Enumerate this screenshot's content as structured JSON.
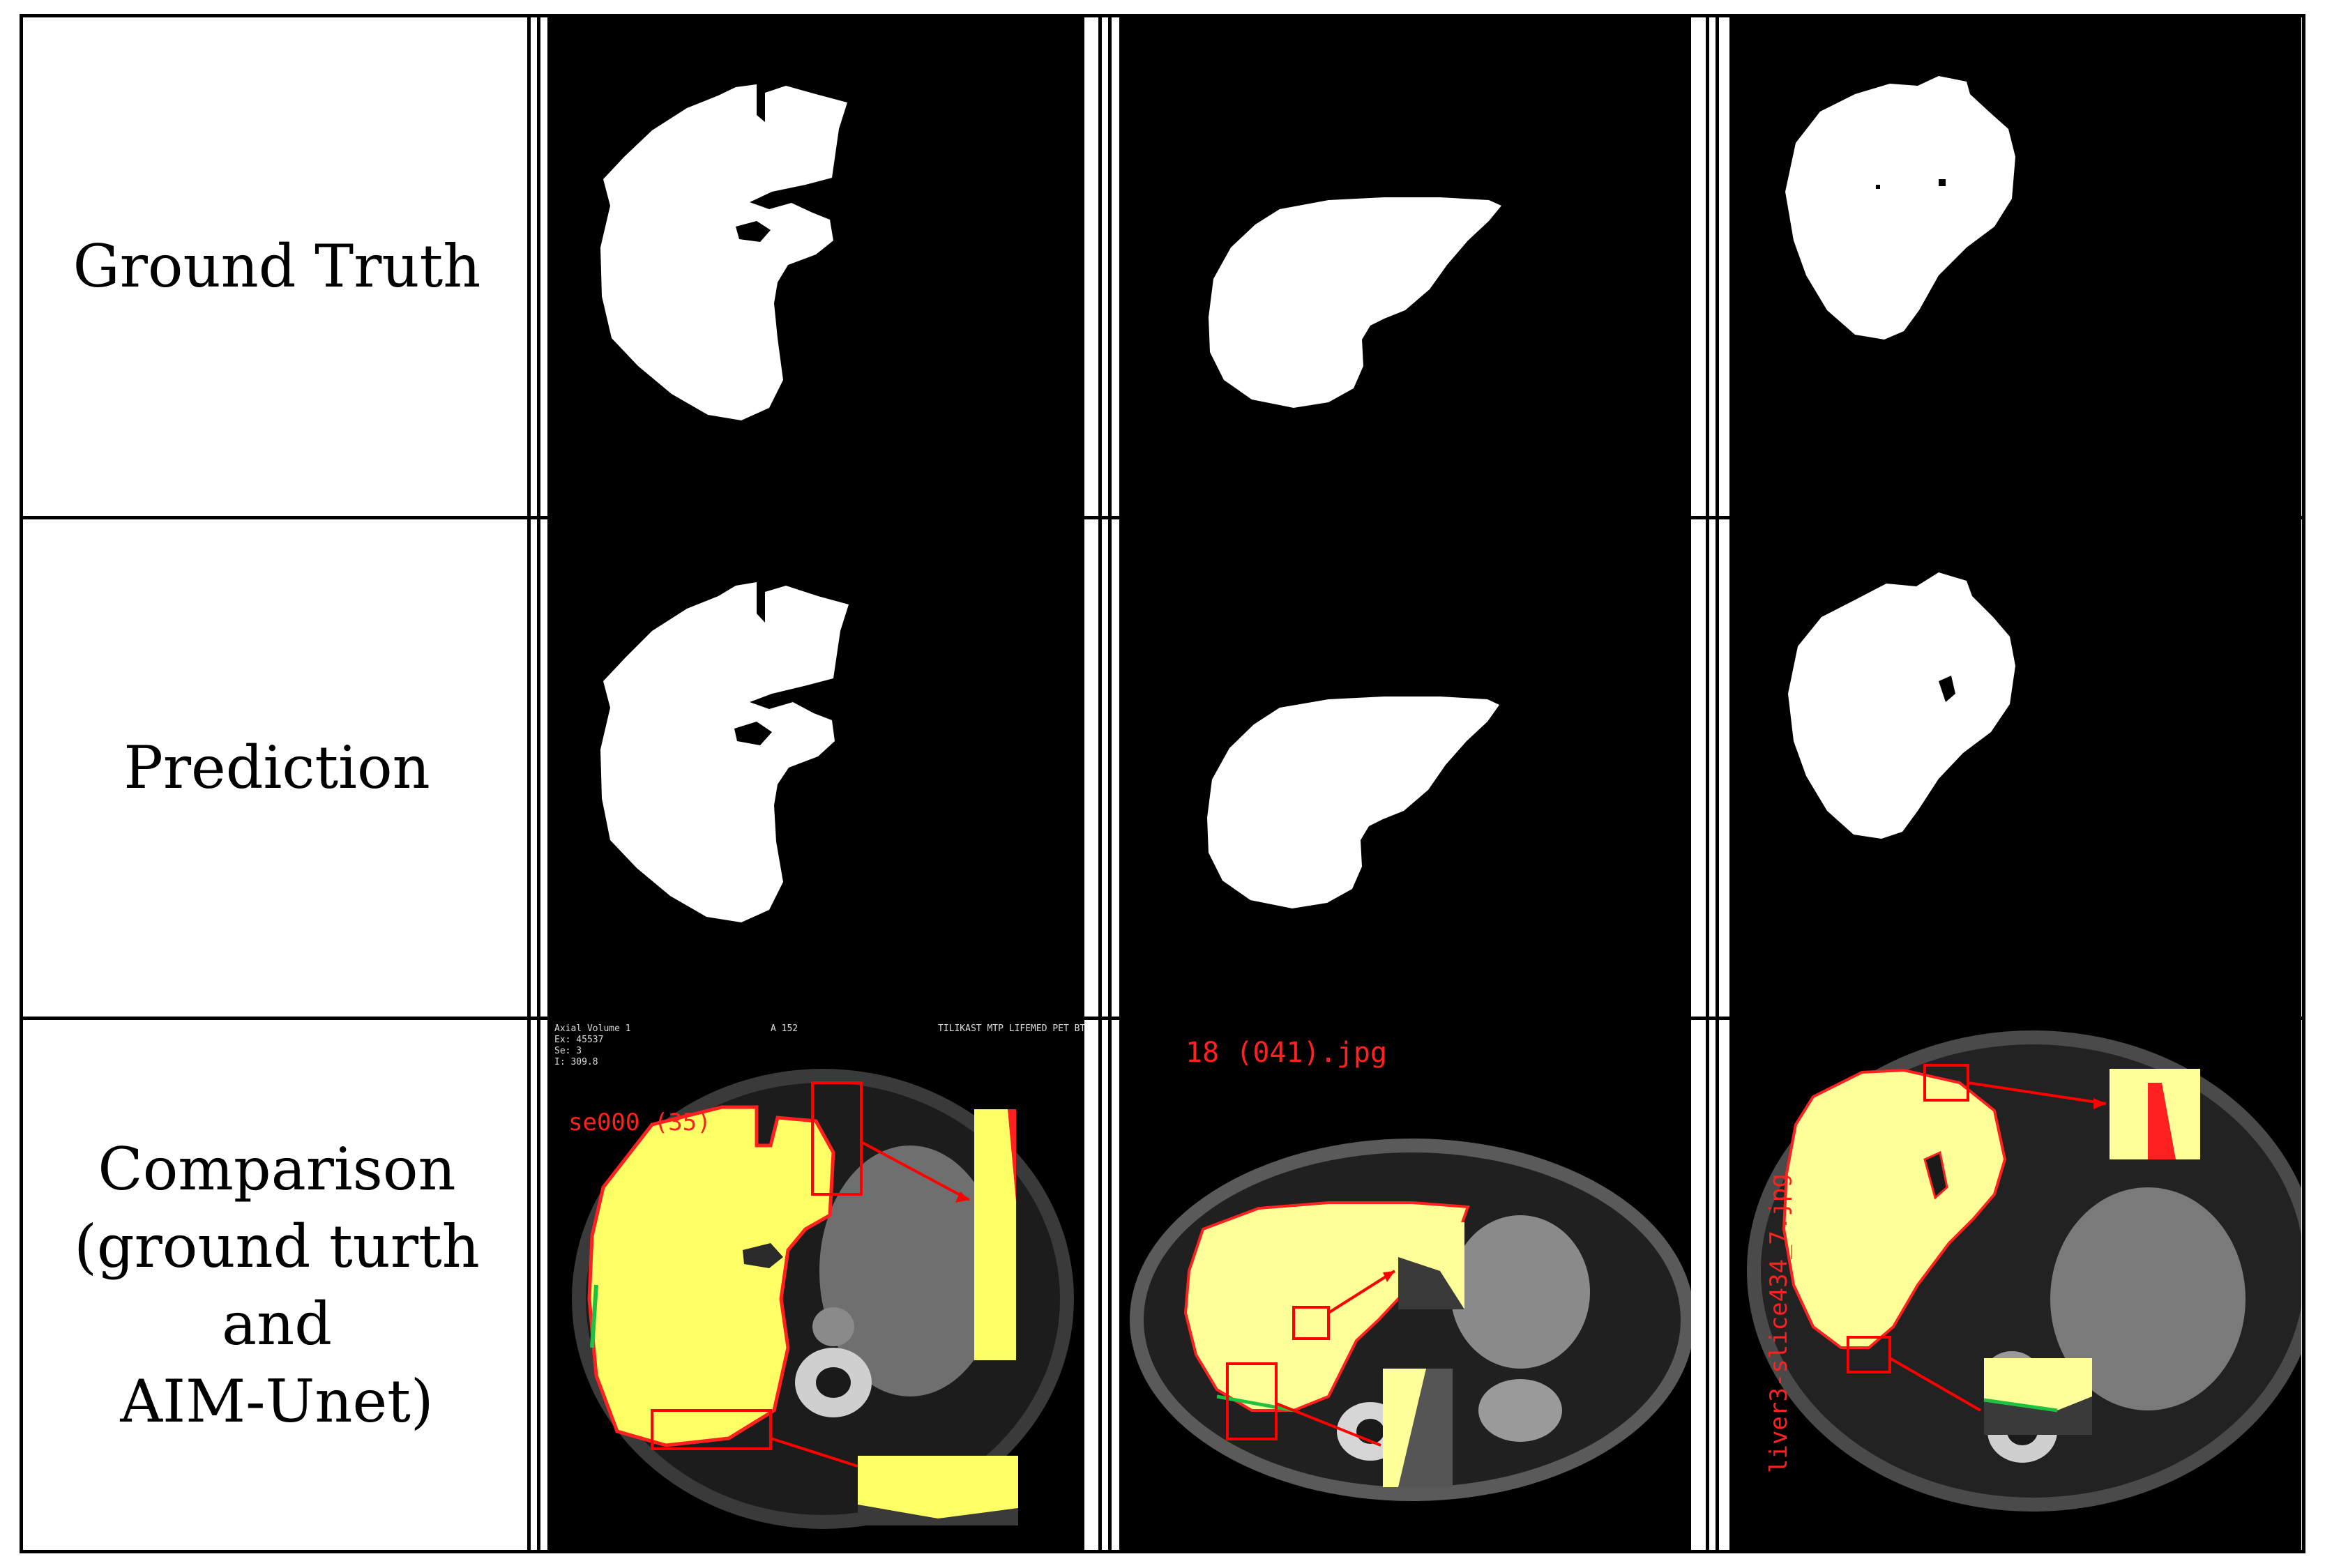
{
  "rows": {
    "ground_truth": "Ground Truth",
    "prediction": "Prediction",
    "comparison_line1": "Comparison",
    "comparison_line2": "(ground turth and",
    "comparison_line3": "AIM-Unet)"
  },
  "overlay_labels": {
    "col1": "se000 (35)",
    "col2": "18 (041).jpg",
    "col3": "liver3-slice434_7.jpg"
  },
  "colors": {
    "mask": "#ffffff",
    "background": "#000000",
    "liver_overlay": "#ffff66",
    "ground_truth_edge": "#ff2020",
    "prediction_edge": "#20c040",
    "callout": "#ff0000"
  }
}
